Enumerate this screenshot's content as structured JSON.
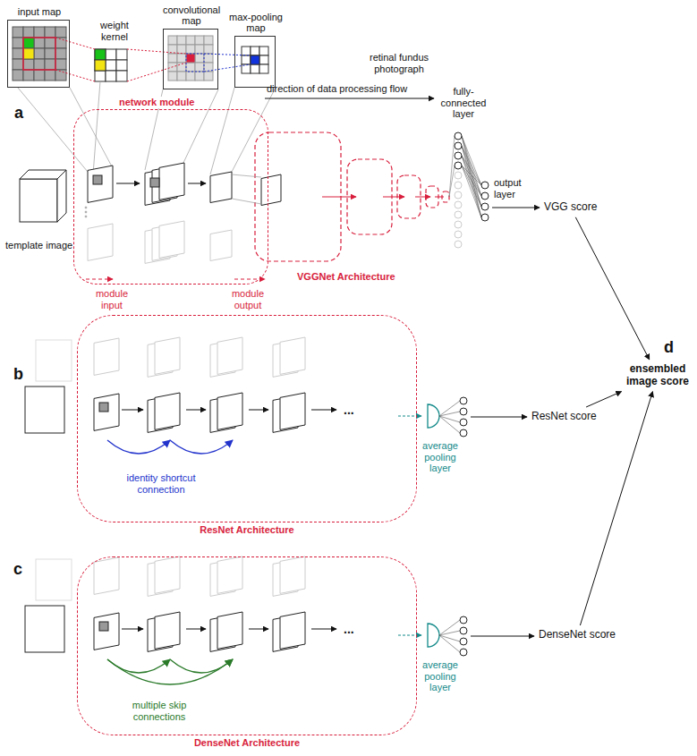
{
  "diagram": {
    "nodes": [
      {
        "text": [
          "input map"
        ]
      },
      {
        "text": [
          "convolutional map"
        ]
      },
      {
        "text": [
          "max-pooling map"
        ]
      },
      {
        "text": [
          "network module"
        ]
      },
      {
        "text": [
          "VGGNet Architecture"
        ]
      },
      {
        "text": [
          "VGG score"
        ]
      },
      {
        "text": [
          "ResNet Architecture"
        ]
      },
      {
        "text": [
          "ResNet score"
        ]
      },
      {
        "text": [
          "DenseNet Architecture"
        ]
      },
      {
        "text": [
          "DenseNet score"
        ]
      },
      {
        "text": [
          "ensembled image score"
        ]
      }
    ],
    "edges": [
      {
        "from": 5,
        "to": 10,
        "arrow": "to"
      },
      {
        "from": 7,
        "to": 10,
        "arrow": "to"
      },
      {
        "from": 9,
        "to": 10,
        "arrow": "to"
      }
    ],
    "labels": [
      "weight kernel",
      "retinal fundus photograph",
      "a",
      "direction of data processing flow",
      "fully-connected layer",
      "template image",
      "output layer",
      "module input",
      "module output",
      "b",
      "identity shortcut connection",
      "average pooling layer",
      "...",
      "c",
      "average pooling layer",
      "...",
      "multiple skip connections",
      "d"
    ]
  }
}
